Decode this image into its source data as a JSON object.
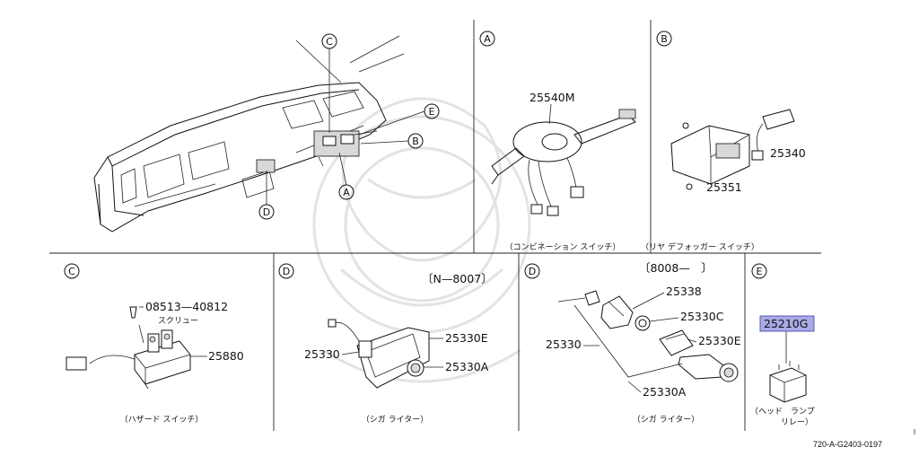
{
  "panels": {
    "main": {
      "callouts": [
        "C",
        "E",
        "B",
        "A",
        "D"
      ]
    },
    "A": {
      "letter": "A",
      "part": "25540M",
      "caption": "（コンビネーション スイッチ）"
    },
    "B": {
      "letter": "B",
      "parts": [
        "25340",
        "25351"
      ],
      "caption": "（リヤ デフォッガー スイッチ）"
    },
    "C": {
      "letter": "C",
      "parts": [
        "08513—40812",
        "25880"
      ],
      "sublabel": "スクリュー",
      "caption": "（ハザード スイッチ）"
    },
    "D1": {
      "letter": "D",
      "range": "〔N—8007〕",
      "parts": [
        "25330E",
        "25330",
        "25330A"
      ],
      "caption": "（シガ ライター）"
    },
    "D2": {
      "letter": "D",
      "range": "〔8008—　〕",
      "parts": [
        "25338",
        "25330C",
        "25330",
        "25330E",
        "25330A"
      ],
      "caption": "（シガ ライター）"
    },
    "E": {
      "letter": "E",
      "part": "25210G",
      "caption_line1": "（ヘッド　ランプ",
      "caption_line2": "リレー）"
    }
  },
  "footer": {
    "code": "720-A-G2403-0197"
  },
  "colors": {
    "highlight": "#a9a9e6",
    "line": "#111111"
  }
}
